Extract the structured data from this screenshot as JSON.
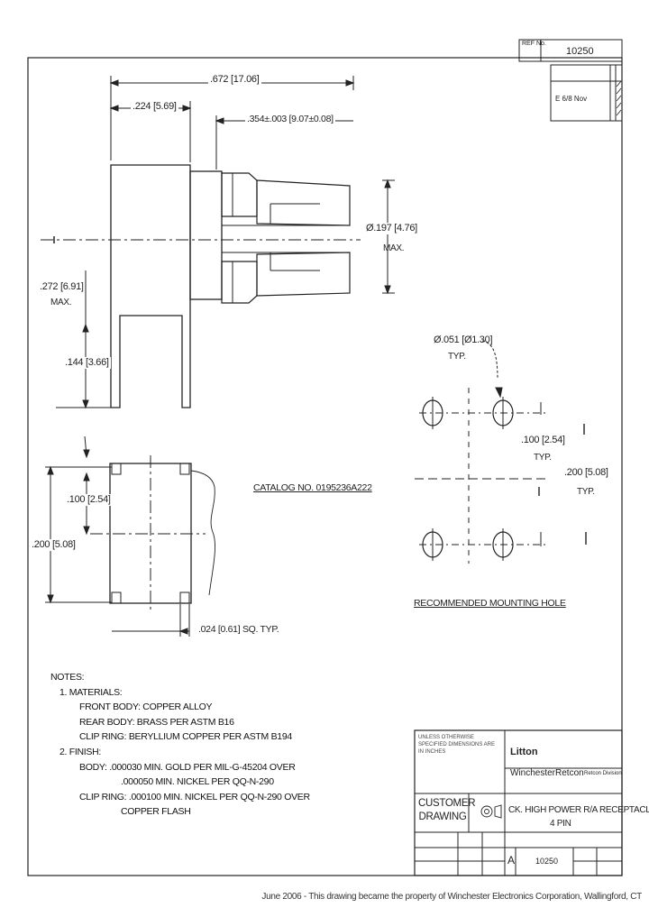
{
  "header": {
    "ref_label": "REF No.",
    "ref_value": "10250",
    "rev_value": "E 6/8 Nov"
  },
  "dimensions": {
    "overall_length": ".672 [17.06]",
    "body_length": ".224 [5.69]",
    "thread_length": ".354±.003 [9.07±0.08]",
    "diameter": "Ø.197 [4.76]",
    "diameter_max": "MAX.",
    "height": ".272 [6.91]",
    "height_max": "MAX.",
    "pin_length": ".144 [3.66]",
    "pin_spacing": ".100 [2.54]",
    "body_width": ".200 [5.08]",
    "pin_square": ".024 [0.61] SQ. TYP."
  },
  "mounting": {
    "hole_dia": "Ø.051 [Ø1.30]",
    "hole_typ": "TYP.",
    "spacing_x": ".100 [2.54]",
    "spacing_x_typ": "TYP.",
    "spacing_y": ".200 [5.08]",
    "spacing_y_typ": "TYP.",
    "caption": "RECOMMENDED MOUNTING HOLE"
  },
  "catalog": "CATALOG NO. 0195236A222",
  "notes": {
    "title": "NOTES:",
    "lines": [
      "1. MATERIALS:",
      "FRONT BODY: COPPER ALLOY",
      "REAR BODY: BRASS PER ASTM B16",
      "CLIP RING: BERYLLIUM COPPER PER ASTM B194",
      "2. FINISH:",
      "BODY: .000030 MIN. GOLD PER MIL-G-45204 OVER",
      ".000050 MIN. NICKEL PER QQ-N-290",
      "CLIP RING: .000100 MIN. NICKEL PER QQ-N-290 OVER",
      "COPPER FLASH"
    ]
  },
  "title_block": {
    "company": "Litton",
    "division": "WinchesterRetcon",
    "division_sub": "Retcon Division",
    "customer_drawing": "CUSTOMER DRAWING",
    "title_line1": "CK. HIGH POWER R/A RECEPTACLE",
    "title_line2": "4 PIN",
    "size": "A",
    "drawing_no": "10250",
    "tolerance_text": "UNLESS OTHERWISE SPECIFIED DIMENSIONS ARE IN INCHES"
  },
  "footer": "June 2006 - This drawing became the property of Winchester Electronics Corporation, Wallingford, CT"
}
